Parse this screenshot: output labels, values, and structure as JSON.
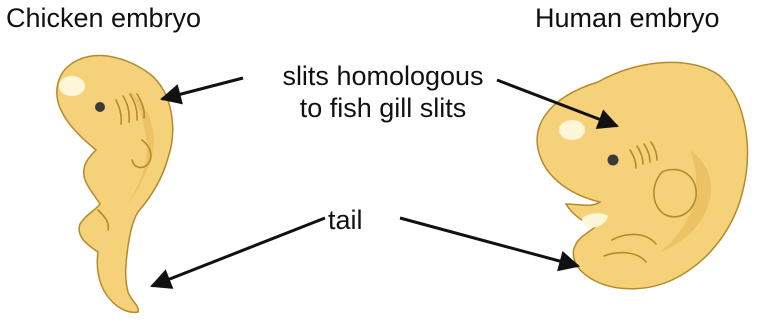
{
  "labels": {
    "chicken_title": "Chicken embryo",
    "human_title": "Human embryo",
    "slits_line1": "slits homologous",
    "slits_line2": "to fish gill slits",
    "tail": "tail"
  },
  "colors": {
    "embryo_fill": "#F5D27A",
    "embryo_shade": "#E3B452",
    "embryo_outline": "#B58A2A",
    "highlight": "#FFF6D8",
    "eye": "#3A3A3A",
    "text": "#111111",
    "arrow": "#111111"
  }
}
